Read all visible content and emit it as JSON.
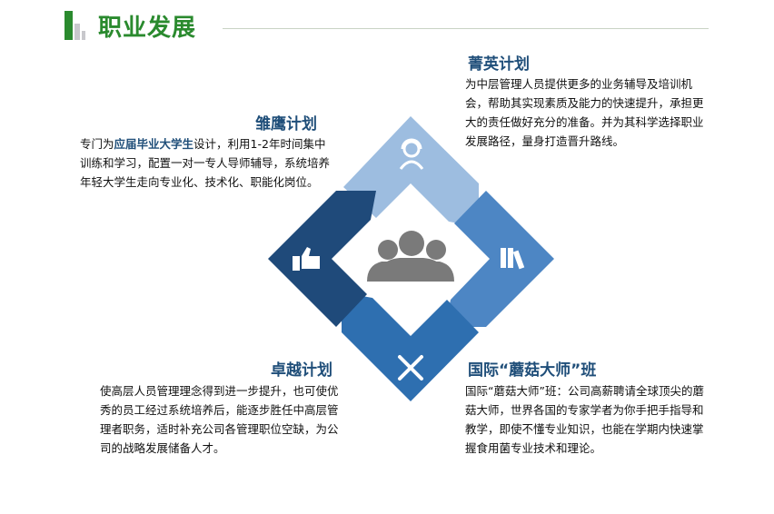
{
  "header": {
    "title": "职业发展"
  },
  "sections": {
    "jingying": {
      "title": "菁英计划",
      "text": "为中层管理人员提供更多的业务辅导及培训机会，帮助其实现素质及能力的快速提升，承担更大的责任做好充分的准备。并为其科学选择职业发展路径，量身打造晋升路线。"
    },
    "chuying": {
      "title": "雏鹰计划",
      "text_pre": "专门为",
      "text_highlight": "应届毕业大学生",
      "text_post": "设计，利用1-2年时间集中训练和学习，配置一对一专人导师辅导，系统培养年轻大学生走向专业化、技术化、职能化岗位。"
    },
    "zhuoyue": {
      "title": "卓越计划",
      "text": "使高层人员管理理念得到进一步提升，也可使优秀的员工经过系统培养后，能逐步胜任中高层管理者职务，适时补充公司各管理职位空缺，为公司的战略发展储备人才。"
    },
    "mogu": {
      "title": "国际“蘑菇大师”班",
      "text": "国际“蘑菇大师”班：公司高薪聘请全球顶尖的蘑菇大师，世界各国的专家学者为你手把手指导和教学，即使不懂专业知识，也能在学期内快速掌握食用菌专业技术和理论。"
    }
  },
  "colors": {
    "green": "#2a8a2e",
    "top": "#9dbde0",
    "right": "#4d86c4",
    "bottom": "#2e6fb0",
    "left": "#1f4a7a"
  }
}
